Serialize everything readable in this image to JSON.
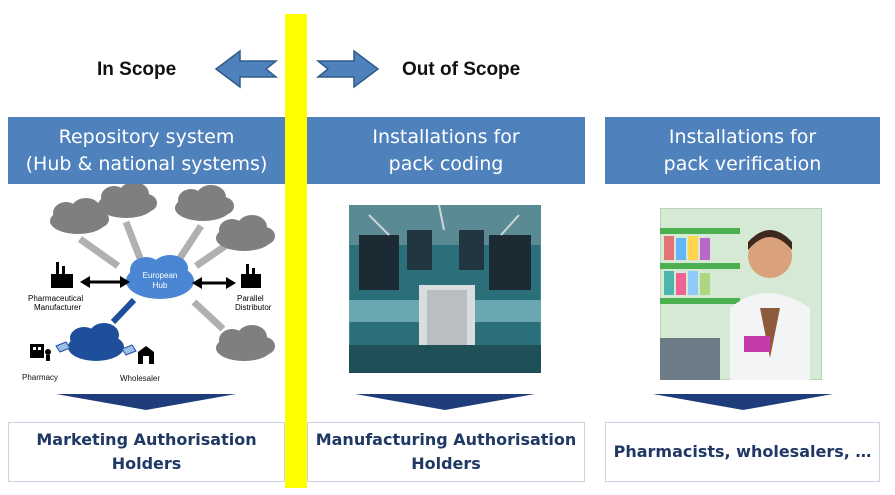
{
  "scope": {
    "in_scope_label": "In Scope",
    "out_of_scope_label": "Out of Scope"
  },
  "columns": [
    {
      "header_line1": "Repository system",
      "header_line2": "(Hub & national systems)",
      "footer_line1": "Marketing Authorisation",
      "footer_line2": "Holders"
    },
    {
      "header_line1": "Installations for",
      "header_line2": "pack coding",
      "footer_line1": "Manufacturing Authorisation",
      "footer_line2": "Holders"
    },
    {
      "header_line1": "Installations for",
      "header_line2": "pack verification",
      "footer_line1": "Pharmacists, wholesalers, …",
      "footer_line2": ""
    }
  ],
  "diagram": {
    "hub_line1": "European",
    "hub_line2": "Hub",
    "manufacturer_line1": "Pharmaceutical",
    "manufacturer_line2": "Manufacturer",
    "distributor_line1": "Parallel",
    "distributor_line2": "Distributor",
    "pharmacy": "Pharmacy",
    "wholesaler": "Wholesaler"
  },
  "colors": {
    "header_blue": "#4f81bd",
    "footer_text": "#1f3864",
    "scope_divider": "#ffff00",
    "arrow_blue": "#4f81bd"
  }
}
